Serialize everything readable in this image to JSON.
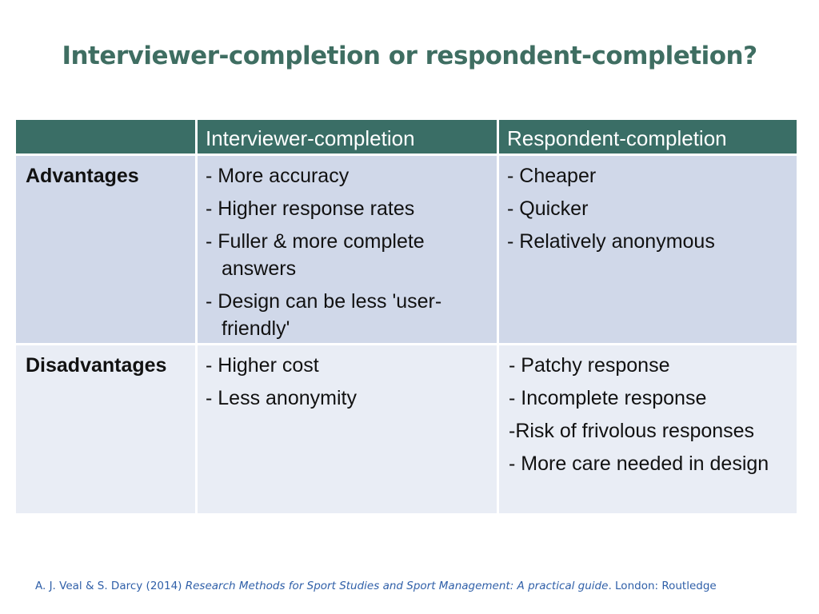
{
  "slide": {
    "title": "Interviewer-completion or respondent-completion?"
  },
  "table": {
    "headers": [
      "",
      "Interviewer-completion",
      "Respondent-completion"
    ],
    "rows": [
      {
        "label": "Advantages",
        "interviewer": [
          "- More accuracy",
          "- Higher response rates",
          "- Fuller & more complete answers",
          "- Design can be less 'user-friendly'"
        ],
        "respondent": [
          "- Cheaper",
          "- Quicker",
          "- Relatively anonymous"
        ]
      },
      {
        "label": "Disadvantages",
        "interviewer": [
          "- Higher cost",
          "- Less anonymity"
        ],
        "respondent": [
          "- Patchy response",
          "- Incomplete response",
          "-Risk of frivolous responses",
          "- More care needed in design"
        ]
      }
    ]
  },
  "citation": {
    "authors": "A. J. Veal & S. Darcy (2014) ",
    "book_title": "Research Methods for Sport Studies and Sport Management: A practical guide",
    "publisher": ". London: Routledge"
  },
  "colors": {
    "title": "#3f6e62",
    "header_fill": "#3a6e66",
    "advantages_fill": "#d0d8e9",
    "disadvantages_fill": "#e9edf5",
    "citation": "#2f5fa8"
  }
}
